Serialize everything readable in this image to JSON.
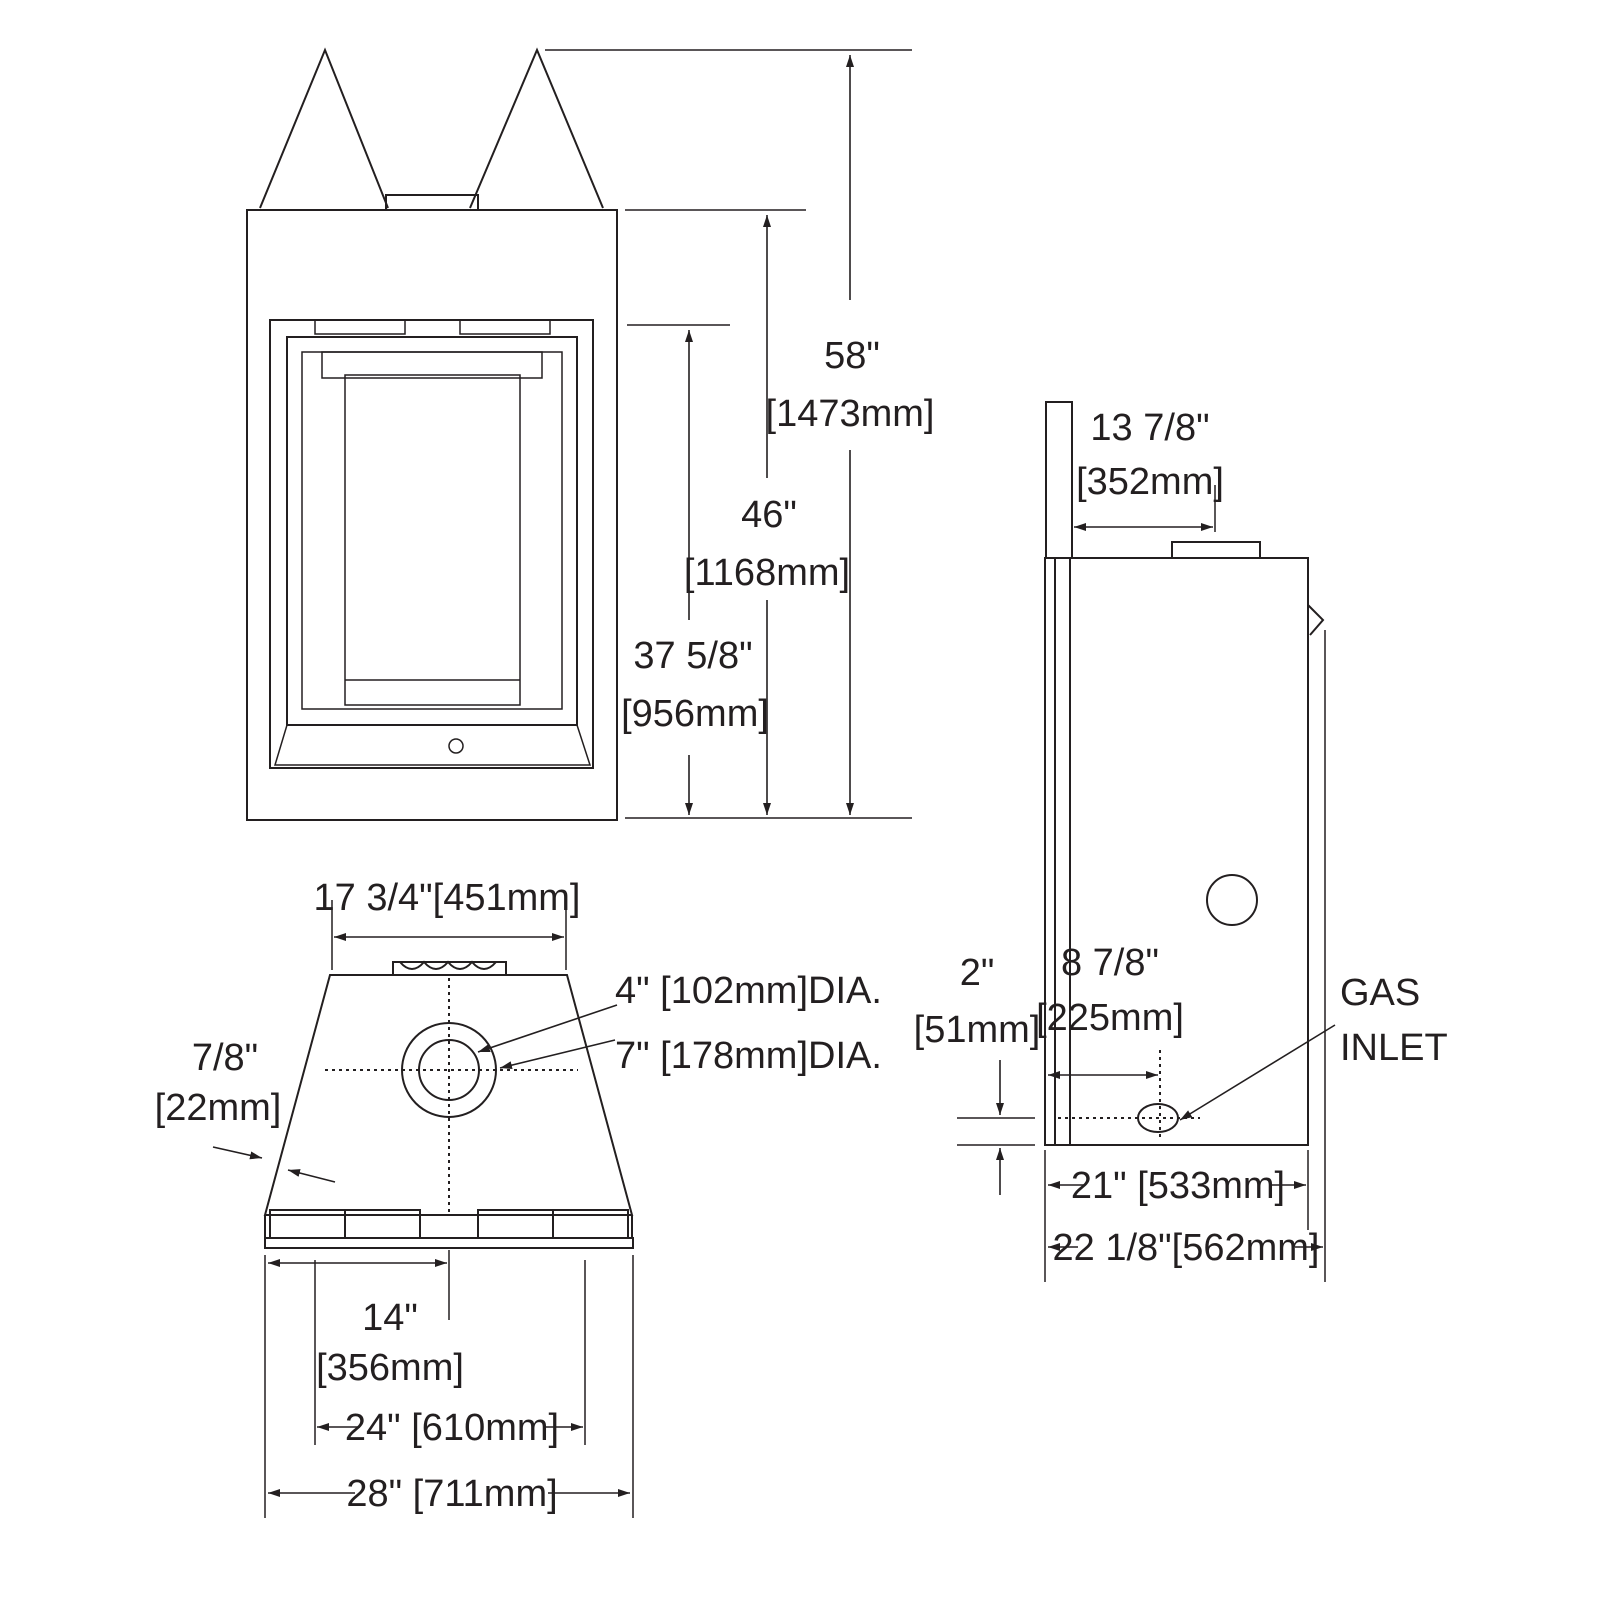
{
  "front_view": {
    "overall_height": {
      "in": "58\"",
      "mm": "1473mm"
    },
    "body_height": {
      "in": "46\"",
      "mm": "1168mm"
    },
    "opening_height": {
      "in": "37 5/8\"",
      "mm": "956mm"
    }
  },
  "side_view": {
    "vent_offset": {
      "in": "13 7/8\"",
      "mm": "352mm"
    },
    "gas_inlet_height": {
      "in": "2\"",
      "mm": "51mm"
    },
    "gas_inlet_offset": {
      "in": "8 7/8\"",
      "mm": "225mm"
    },
    "gas_inlet_label": [
      "GAS",
      "INLET"
    ],
    "depth": {
      "in": "21\"",
      "mm": "533mm"
    },
    "overall_depth": {
      "in": "22 1/8\"",
      "mm": "562mm"
    }
  },
  "top_view": {
    "back_width": {
      "in": "17 3/4\"",
      "mm": "451mm"
    },
    "inner_vent": {
      "in": "4\"",
      "mm": "102mm",
      "suffix": "DIA."
    },
    "outer_vent": {
      "in": "7\"",
      "mm": "178mm",
      "suffix": "DIA."
    },
    "flange": {
      "in": "7/8\"",
      "mm": "22mm"
    },
    "center_offset": {
      "in": "14\"",
      "mm": "356mm"
    },
    "inner_width": {
      "in": "24\"",
      "mm": "610mm"
    },
    "overall_width": {
      "in": "28\"",
      "mm": "711mm"
    }
  }
}
